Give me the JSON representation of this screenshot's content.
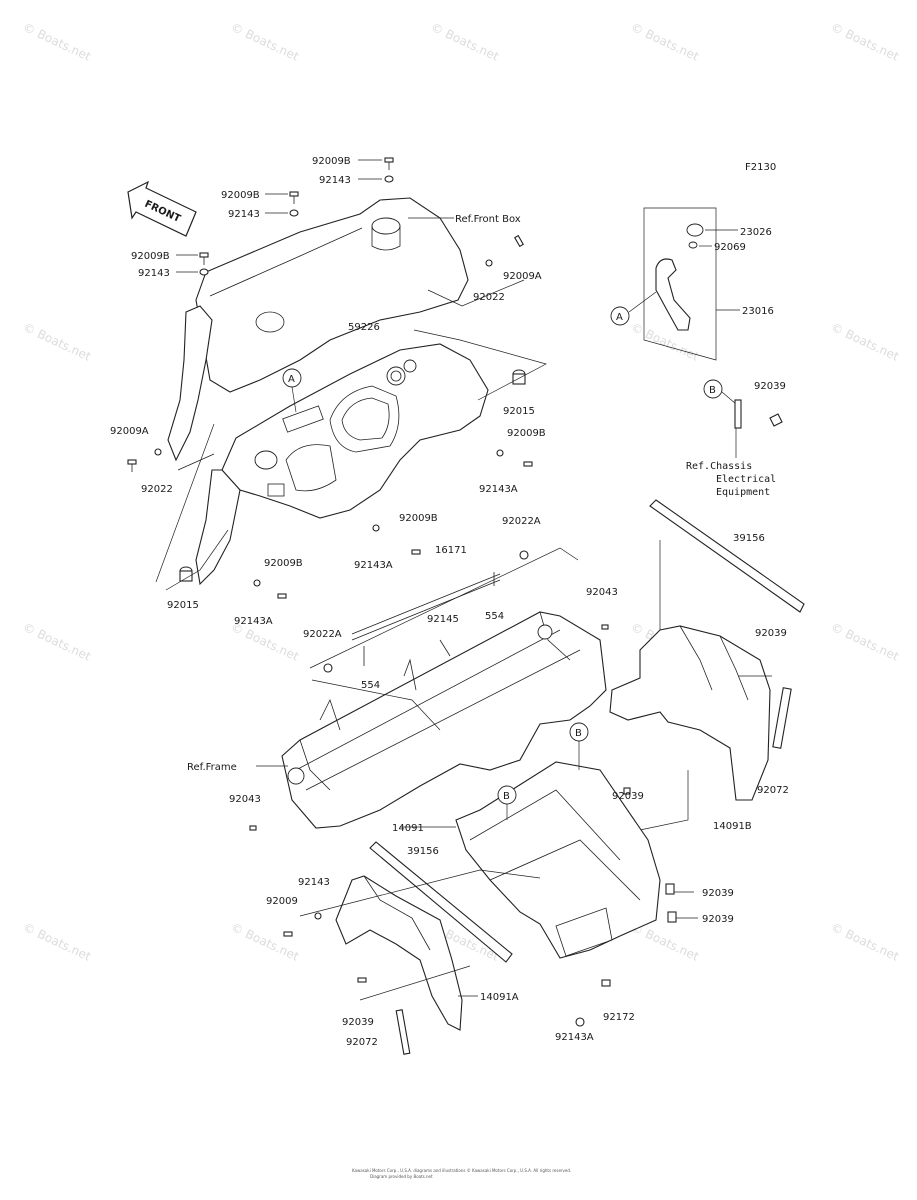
{
  "figure_code": "F2130",
  "front_arrow_label": "FRONT",
  "watermark_text": "© Boats.net",
  "callout_letters": {
    "a": "A",
    "b": "B"
  },
  "refs": {
    "front_box": "Ref.Front Box",
    "frame": "Ref.Frame",
    "chassis_line1": "Ref.Chassis",
    "chassis_line2": "Electrical",
    "chassis_line3": "Equipment"
  },
  "part_labels": {
    "p92009b_top": "92009B",
    "p92143_top": "92143",
    "p92009b_b": "92009B",
    "p92143_b": "92143",
    "p92009b_c": "92009B",
    "p92143_c": "92143",
    "p92009a_r": "92009A",
    "p92022_r": "92022",
    "p59226": "59226",
    "p92015_r": "92015",
    "p92009b_r": "92009B",
    "p92143a_r": "92143A",
    "p92009a_l": "92009A",
    "p92022_l": "92022",
    "p92009b_m": "92009B",
    "p92143a_m": "92143A",
    "p92009b_l2": "92009B",
    "p92143a_l2": "92143A",
    "p92015_l": "92015",
    "p23026": "23026",
    "p92069": "92069",
    "p23016": "23016",
    "p92039_b": "92039",
    "p16171": "16171",
    "p92022a_t": "92022A",
    "p554_a": "554",
    "p92145": "92145",
    "p92022a_l": "92022A",
    "p554_b": "554",
    "p92043_r": "92043",
    "p39156_r": "39156",
    "p92039_r": "92039",
    "p92043_l": "92043",
    "p92039_c": "92039",
    "p14091": "14091",
    "p92072_r": "92072",
    "p14091b": "14091B",
    "p39156_l": "39156",
    "p92143_l": "92143",
    "p92009_l": "92009",
    "p92039_d": "92039",
    "p92039_e": "92039",
    "p14091a": "14091A",
    "p92039_l": "92039",
    "p92072_l": "92072",
    "p92172": "92172",
    "p92143a_b": "92143A"
  },
  "footer_line1": "Kawasaki Motors Corp., U.S.A. diagrams and illustrations © Kawasaki Motors Corp., U.S.A. All rights reserved.",
  "footer_line2": "Diagram provided by Boats.net"
}
